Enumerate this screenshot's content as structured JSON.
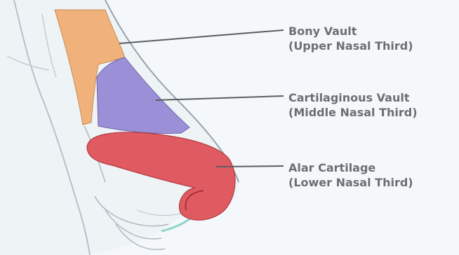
{
  "colors": {
    "background": "#f4f8fb",
    "skin_outline": "#9aa4ab",
    "bony_vault": "#f0b27a",
    "cartilaginous_vault": "#9b8fd8",
    "alar_cartilage": "#e05a62",
    "label_text": "#6b6f73",
    "leader_line": "#5a5e62"
  },
  "labels": [
    {
      "line1": "Bony Vault",
      "line2": "(Upper Nasal Third)"
    },
    {
      "line1": "Cartilaginous Vault",
      "line2": "(Middle Nasal Third)"
    },
    {
      "line1": "Alar Cartilage",
      "line2": "(Lower Nasal Third)"
    }
  ]
}
